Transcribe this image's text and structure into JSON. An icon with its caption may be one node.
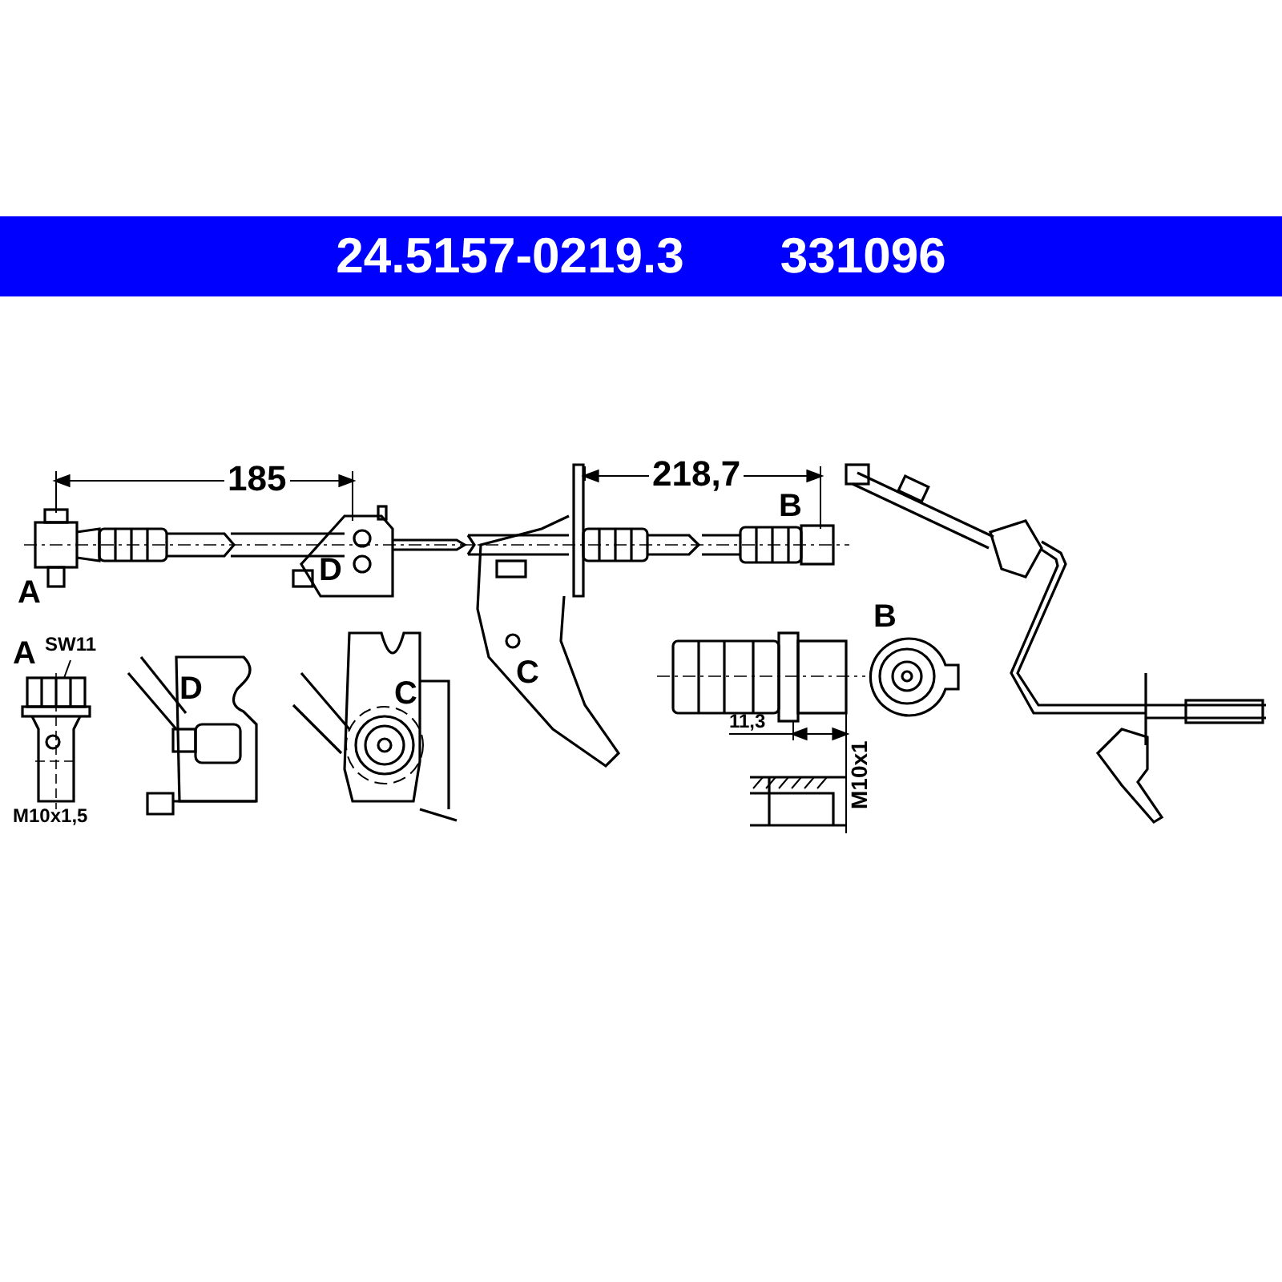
{
  "diagram": {
    "title": "24.5157-0219.3",
    "nodes": [
      {
        "text": [
          "SW11"
        ]
      },
      {
        "text": [],
        "shape": "picture"
      }
    ],
    "edges": [
      {
        "from": 0,
        "to": 1,
        "arrow": "none"
      }
    ],
    "labels": [
      "331096",
      "185",
      "218,7",
      "B",
      "A",
      "D",
      "C",
      "A",
      "D",
      "C",
      "B",
      "11,3",
      "M10x1",
      "M10x1,5"
    ]
  }
}
